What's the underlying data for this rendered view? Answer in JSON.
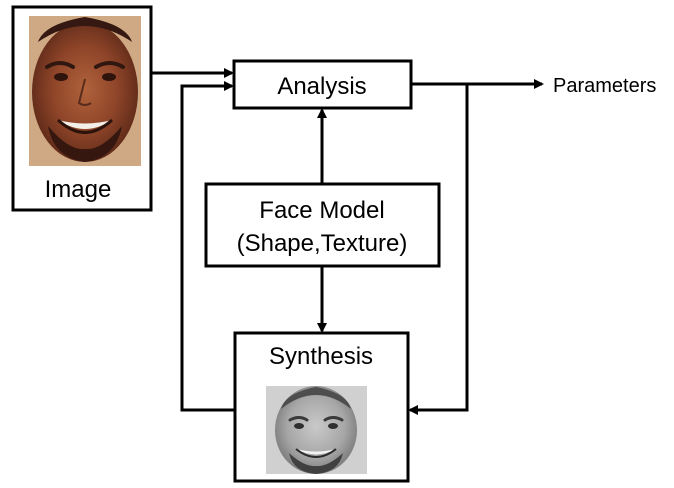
{
  "diagram": {
    "image_box": {
      "label": "Image"
    },
    "analysis_box": {
      "label": "Analysis"
    },
    "face_model_box": {
      "line1": "Face Model",
      "line2": "(Shape,Texture)"
    },
    "synthesis_box": {
      "label": "Synthesis"
    },
    "output": {
      "label": "Parameters"
    }
  }
}
